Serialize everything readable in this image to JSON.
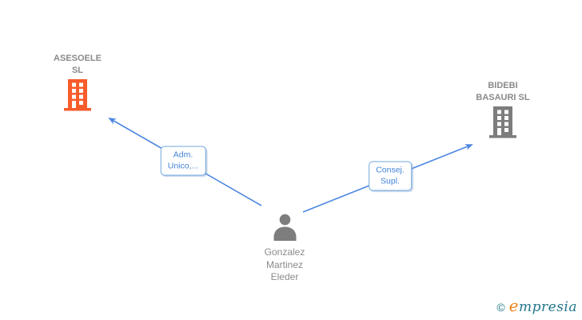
{
  "diagram": {
    "nodes": [
      {
        "id": "asesoele",
        "type": "company",
        "icon": "building-icon",
        "label_lines": [
          "ASESOELE",
          "SL"
        ],
        "icon_color": "#f85c2b"
      },
      {
        "id": "bidebi-basauri",
        "type": "company",
        "icon": "building-icon",
        "label_lines": [
          "BIDEBI",
          "BASAURI SL"
        ],
        "icon_color": "#7d7d7d"
      },
      {
        "id": "gonzalez-martinez-eleder",
        "type": "person",
        "icon": "person-icon",
        "label_lines": [
          "Gonzalez",
          "Martinez",
          "Eleder"
        ],
        "icon_color": "#7d7d7d"
      }
    ],
    "edges": [
      {
        "from": "gonzalez-martinez-eleder",
        "to": "asesoele",
        "label_lines": [
          "Adm.",
          "Unico,..."
        ]
      },
      {
        "from": "gonzalez-martinez-eleder",
        "to": "bidebi-basauri",
        "label_lines": [
          "Consej.",
          "Supl."
        ]
      }
    ]
  },
  "footer": {
    "copyright": "©",
    "brand_first_letter": "e",
    "brand_rest": "mpresia"
  },
  "colors": {
    "edge_blue": "#4d87e0",
    "label_blue": "#4183d7",
    "label_border": "#6fa8dc",
    "company_orange": "#f85c2b",
    "node_gray": "#7d7d7d",
    "text_gray": "#8a8a8a",
    "logo_teal": "#23758a",
    "logo_orange": "#ef8318"
  }
}
